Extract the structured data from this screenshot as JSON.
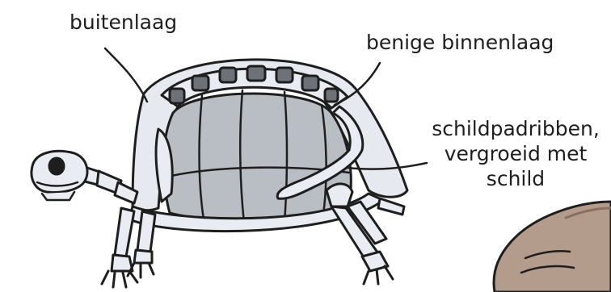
{
  "labels": {
    "outer_layer": "buitenlaag",
    "bony_inner_layer": "benige binnenlaag",
    "ribs_line1": "schildpadribben,",
    "ribs_line2": "vergroeid met",
    "ribs_line3": "schild"
  },
  "colors": {
    "outline": "#1e1e1e",
    "outer_shell": "#e6eaf0",
    "inner_shell": "#b9bec5",
    "bone": "#e9edf3",
    "vertebra_dark": "#6c7278",
    "stone": "#b49c8c",
    "stone_dark": "#8a6f60"
  }
}
